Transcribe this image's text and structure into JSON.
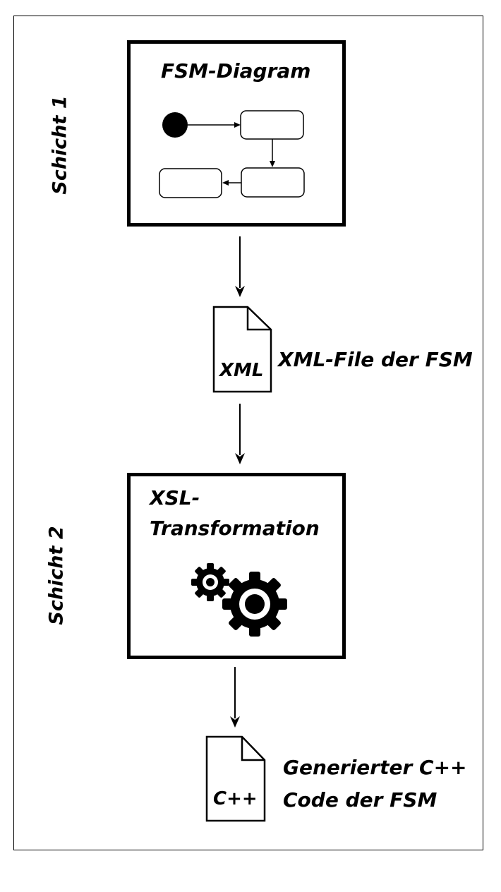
{
  "layers": {
    "layer1": "Schicht 1",
    "layer2": "Schicht 2"
  },
  "fsm_box": {
    "title": "FSM-Diagram"
  },
  "xml_doc": {
    "doc_text": "XML",
    "caption": "XML-File der FSM"
  },
  "xsl_box": {
    "title_line1": "XSL-",
    "title_line2": "Transformation",
    "icon": "gears-icon"
  },
  "cpp_doc": {
    "doc_text": "C++",
    "caption_line1": "Generierter C++",
    "caption_line2": "Code der FSM"
  }
}
